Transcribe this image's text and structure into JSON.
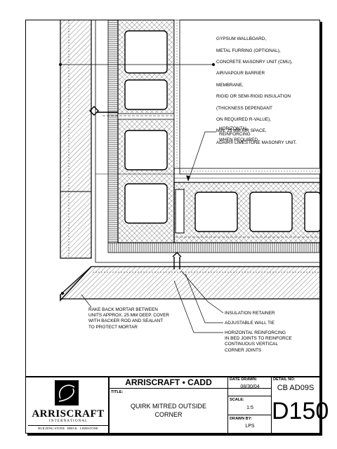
{
  "notes": {
    "materials": [
      "GYPSUM WALLBOARD,",
      "METAL FURRING (OPTIONAL),",
      "CONCRETE MASONRY UNIT (CMU),",
      "AIR/VAPOUR BARRIER",
      "MEMBRANE,",
      "RIGID OR SEMI-RIGID INSULATION",
      "(THICKNESS DEPENDANT",
      "ON REQUIRED R-VALUE),",
      "MIN. 25 MM AIR SPACE,",
      "ADAIR® LIMESTONE MASONRY UNIT."
    ],
    "horizontal_reinforcing": "HORIZONTAL\nREINFORCING\nWHEN REQUIRED",
    "rake_back": "RAKE BACK MORTAR BETWEEN\nUNITS APPROX. 25 MM DEEP.  COVER\nWITH BACKER ROD AND SEALANT\nTO PROTECT MORTAR",
    "insulation_retainer": "INSULATION RETAINER",
    "adjustable_tie": "ADJUSTABLE WALL TIE",
    "bed_joints": "HORIZONTAL REINFORCING\nIN BED JOINTS TO REINFORCE\nCONTINUOUS VERTICAL\nCORNER JOINTS"
  },
  "title_block": {
    "logo_name": "ARRISCRAFT",
    "logo_sub": "I N T E R N A T I O N A L",
    "logo_tagline": "BUILDING STONE · BRICK · LIMESTONE",
    "header": "ARRISCRAFT • CADD",
    "title_label": "TITLE:",
    "title_line1": "QUIRK MITRED OUTSIDE",
    "title_line2": "CORNER",
    "date_label": "DATE DRAWN:",
    "date_value": "08/30/04",
    "scale_label": "SCALE:",
    "scale_value": "1:5",
    "drawn_label": "DRAWN BY:",
    "drawn_value": "LPS",
    "detail_label": "DETAIL No:",
    "detail_code": "CB AD09S",
    "detail_number": "D150"
  }
}
